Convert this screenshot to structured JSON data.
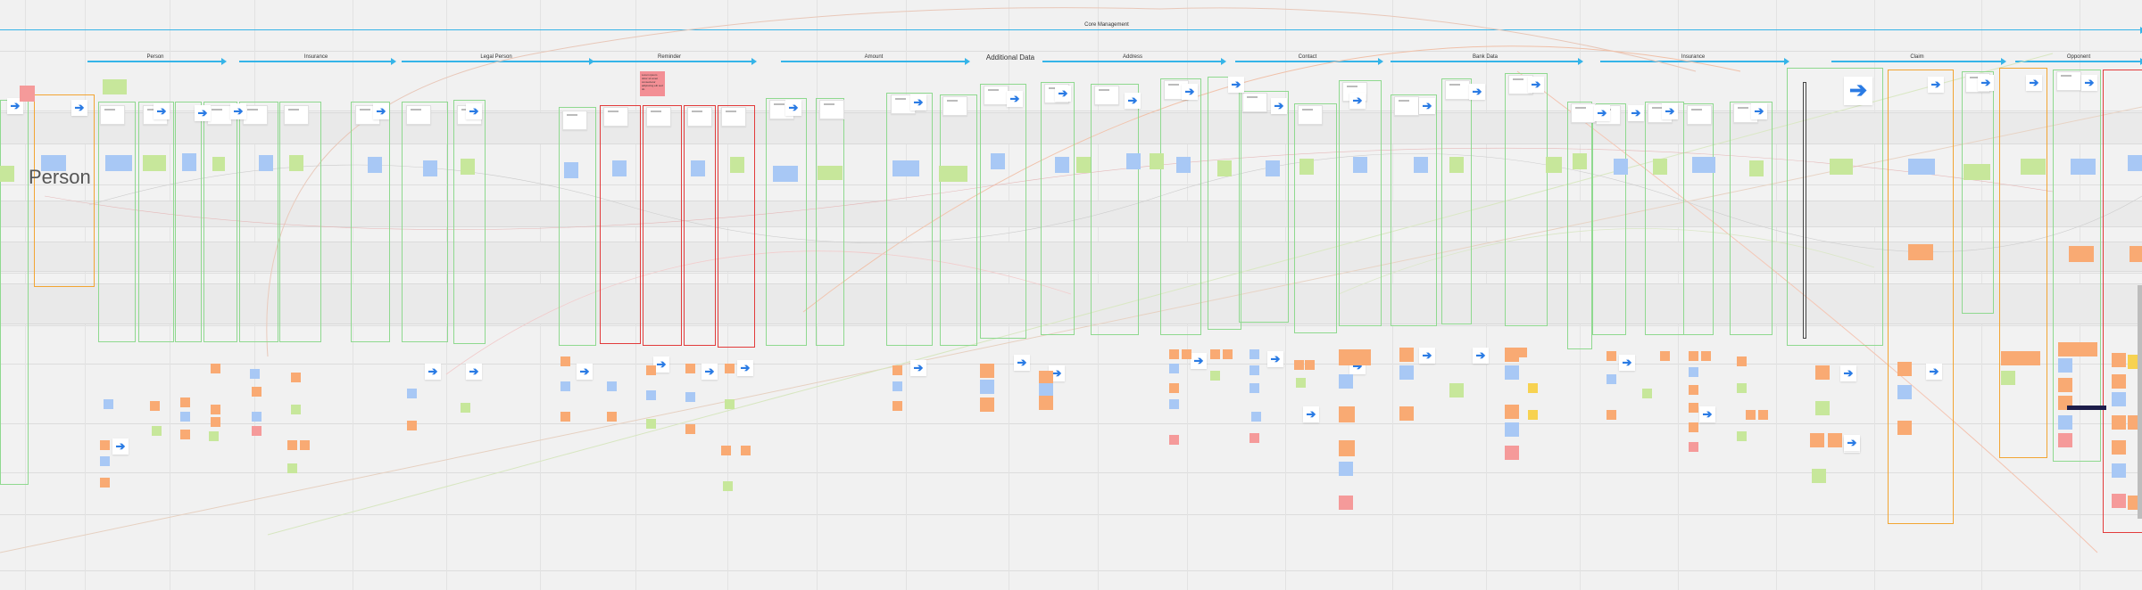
{
  "board": {
    "title": "Core Management",
    "subtitle": "Additional Data",
    "big_label": "Person",
    "sections": [
      {
        "label": "Person"
      },
      {
        "label": "Insurance"
      },
      {
        "label": "Legal Person"
      },
      {
        "label": "Reminder"
      },
      {
        "label": "Amount"
      },
      {
        "label": "Address"
      },
      {
        "label": "Contact"
      },
      {
        "label": "Bank Data"
      },
      {
        "label": "Insurance"
      },
      {
        "label": "Claim"
      },
      {
        "label": "Opponent"
      }
    ],
    "red_note": "Lorem ipsum dolor sit amet consectetur adipiscing elit sed do",
    "colors": {
      "flow_arrow": "#35b4e8",
      "frame_green": "#8fd98f",
      "frame_red": "#e23b3b",
      "frame_orange": "#f2a533",
      "sticky_orange": "#f9aa73",
      "sticky_blue": "#a8c8f5",
      "sticky_green": "#c7e79b",
      "sticky_pink": "#f59a9a",
      "arrow_icon": "#2a7be4"
    },
    "icons": [
      "arrow-right-icon"
    ]
  }
}
